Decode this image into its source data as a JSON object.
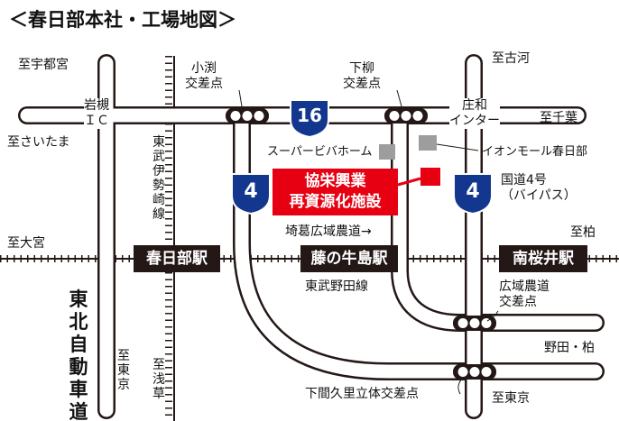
{
  "title": "＜春日部本社・工場地図＞",
  "directions": {
    "utsunomiya": "至宇都宮",
    "saitama": "至さいたま",
    "omiya": "至大宮",
    "koga": "至古河",
    "chiba": "至千葉",
    "kashiwa": "至柏",
    "noda_kashiwa": "野田・柏",
    "tokyo_left": "至東京",
    "asakusa": "至浅草",
    "tokyo_bottom": "至東京"
  },
  "intersections": {
    "kobuchi": "小渕\n交差点",
    "shimoyanagi": "下柳\n交差点",
    "iwatsuki_ic": "岩槻\nＩＣ",
    "showa_ic": "庄和\nインター",
    "koiki_nodo": "広域農道\n交差点",
    "shimomakuri": "下間久里立体交差点"
  },
  "roads": {
    "route16": "16",
    "route4_left": "4",
    "route4_right": "4",
    "route4_label": "国道4号\n（バイパス）",
    "koiki_road": "埼葛広域農道→",
    "tohoku_expressway": "東北自動車道"
  },
  "railways": {
    "isesaki": "東武伊勢崎線",
    "noda": "東武野田線"
  },
  "stations": {
    "kasukabe": "春日部駅",
    "fujinoushijima": "藤の牛島駅",
    "minamisakurai": "南桜井駅"
  },
  "landmarks": {
    "super_viva": "スーパービバホーム",
    "aeon": "イオンモール春日部"
  },
  "facility": {
    "line1": "協栄興業",
    "line2": "再資源化施設"
  },
  "colors": {
    "road_fill": "#ffffff",
    "road_stroke": "#231815",
    "station_bg": "#231815",
    "facility_red": "#e60012",
    "shield_16": "#13378f",
    "shield_4": "#13378f",
    "landmark_gray": "#9d9d9d"
  }
}
